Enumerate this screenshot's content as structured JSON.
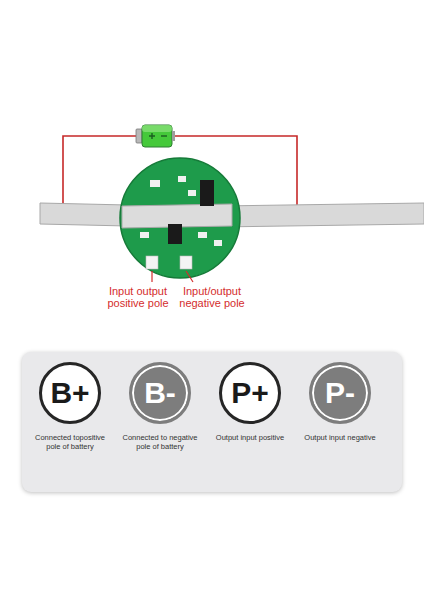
{
  "diagram": {
    "nodes": [
      {
        "text": [
          "B+",
          "Connected topositive pole of battery"
        ]
      },
      {
        "text": [
          "B-",
          "Connected to negative pole of battery"
        ]
      },
      {
        "text": [
          "P+",
          "Output input positive"
        ]
      },
      {
        "text": [
          "P-",
          "Output input negative"
        ]
      }
    ],
    "labels": [
      "Input output positive pole",
      "Input/output negative pole"
    ]
  }
}
